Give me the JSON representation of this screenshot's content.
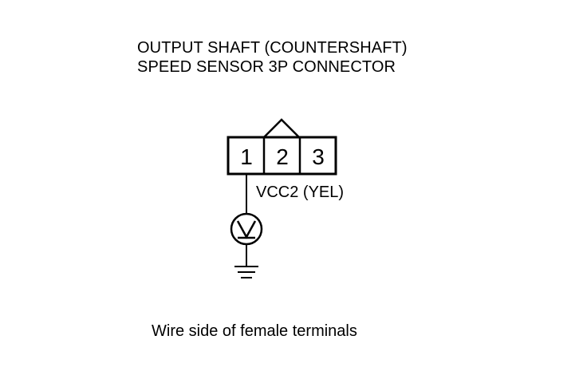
{
  "title": {
    "line1": "OUTPUT SHAFT (COUNTERSHAFT)",
    "line2": "SPEED SENSOR 3P CONNECTOR"
  },
  "connector": {
    "pins": [
      "1",
      "2",
      "3"
    ]
  },
  "wire_label": "VCC2 (YEL)",
  "meter_symbol": "V",
  "caption": "Wire side of female terminals"
}
